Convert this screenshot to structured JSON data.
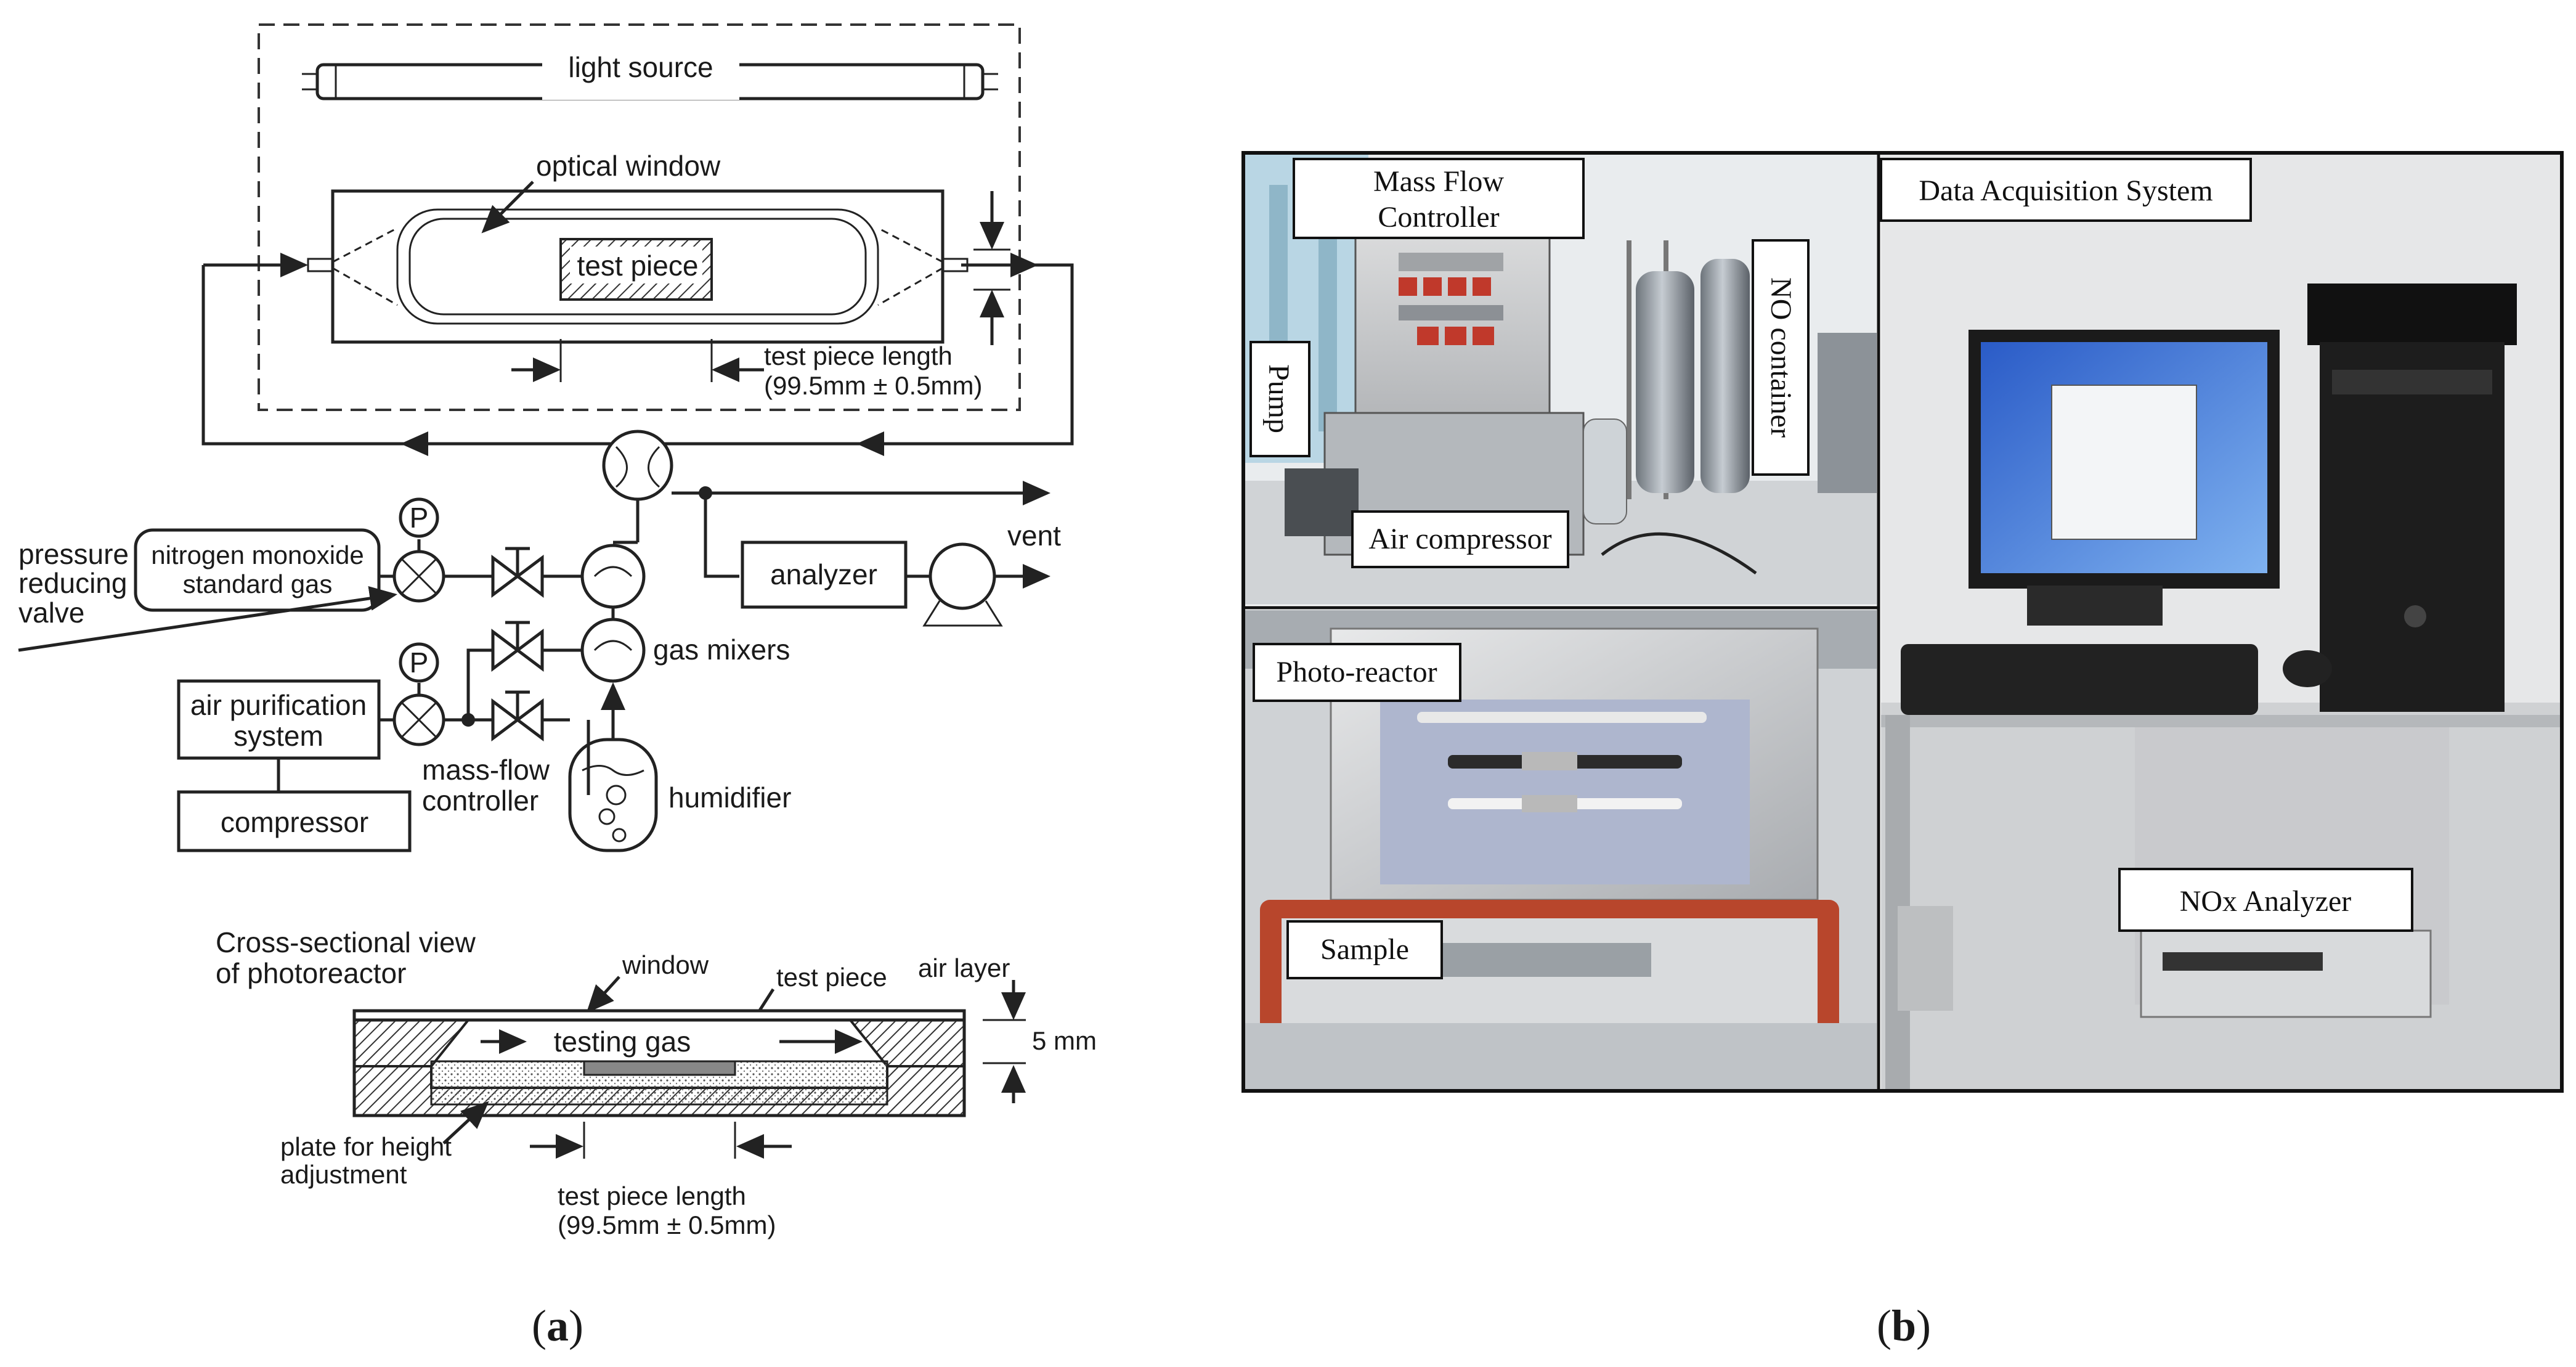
{
  "figure": {
    "panel_a": {
      "light_source": "light source",
      "optical_window": "optical window",
      "test_piece": "test piece",
      "test_piece_length": "test piece length",
      "test_piece_tolerance": "(99.5mm ± 0.5mm)",
      "pressure_reducing_valve": [
        "pressure",
        "reducing",
        "valve"
      ],
      "nitrogen_gas": [
        "nitrogen monoxide",
        "standard gas"
      ],
      "analyzer": "analyzer",
      "vent": "vent",
      "gas_mixers": "gas mixers",
      "air_purification": [
        "air purification",
        "system"
      ],
      "compressor": "compressor",
      "mass_flow_controller": [
        "mass-flow",
        "controller"
      ],
      "humidifier": "humidifier",
      "gauge_symbol": "P",
      "cross_section_title": [
        "Cross-sectional view",
        "of photoreactor"
      ],
      "window": "window",
      "air_layer": "air layer",
      "test_piece_cs": "test piece",
      "testing_gas": "testing gas",
      "five_mm": "5 mm",
      "plate_height": [
        "plate for height",
        "adjustment"
      ],
      "cs_length": "test piece length",
      "cs_tolerance": "(99.5mm ± 0.5mm)",
      "caption_open": "(",
      "caption_letter": "a",
      "caption_close": ")"
    },
    "panel_b": {
      "mass_flow": [
        "Mass Flow",
        "Controller"
      ],
      "pump": "Pump",
      "no_container": "NO container",
      "air_compressor": "Air compressor",
      "data_acq": "Data Acquisition System",
      "photo_reactor": "Photo-reactor",
      "sample": "Sample",
      "nox_analyzer": "NOx Analyzer",
      "caption_open": "(",
      "caption_letter": "b",
      "caption_close": ")"
    }
  }
}
